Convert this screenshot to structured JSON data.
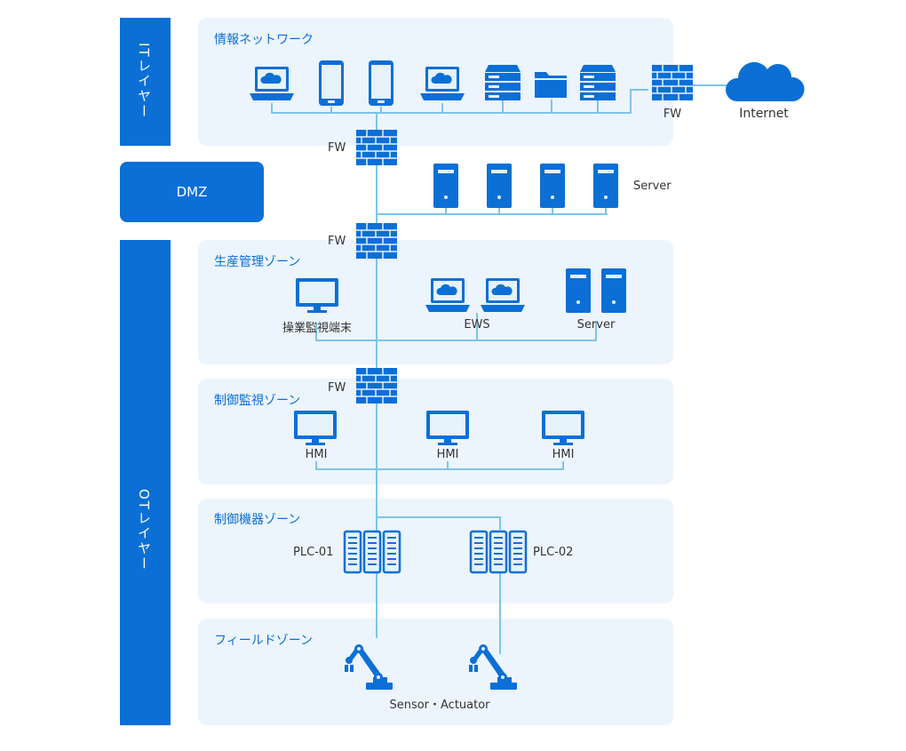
{
  "layers": {
    "it": "ITレイヤー",
    "ot": "OTレイヤー",
    "dmz": "DMZ"
  },
  "zones": {
    "info_network": "情報ネットワーク",
    "production_mgmt": "生産管理ゾーン",
    "control_monitoring": "制御監視ゾーン",
    "control_devices": "制御機器ゾーン",
    "field": "フィールドゾーン"
  },
  "labels": {
    "fw": "FW",
    "internet": "Internet",
    "server": "Server",
    "operation_terminal": "操業監視端末",
    "ews": "EWS",
    "hmi": "HMI",
    "plc_01": "PLC-01",
    "plc_02": "PLC-02",
    "sensor_actuator": "Sensor・Actuator"
  },
  "colors": {
    "brand_blue": "#0b6fd6",
    "zone_bg": "#ecf5fd",
    "line": "#7fc3ea"
  }
}
